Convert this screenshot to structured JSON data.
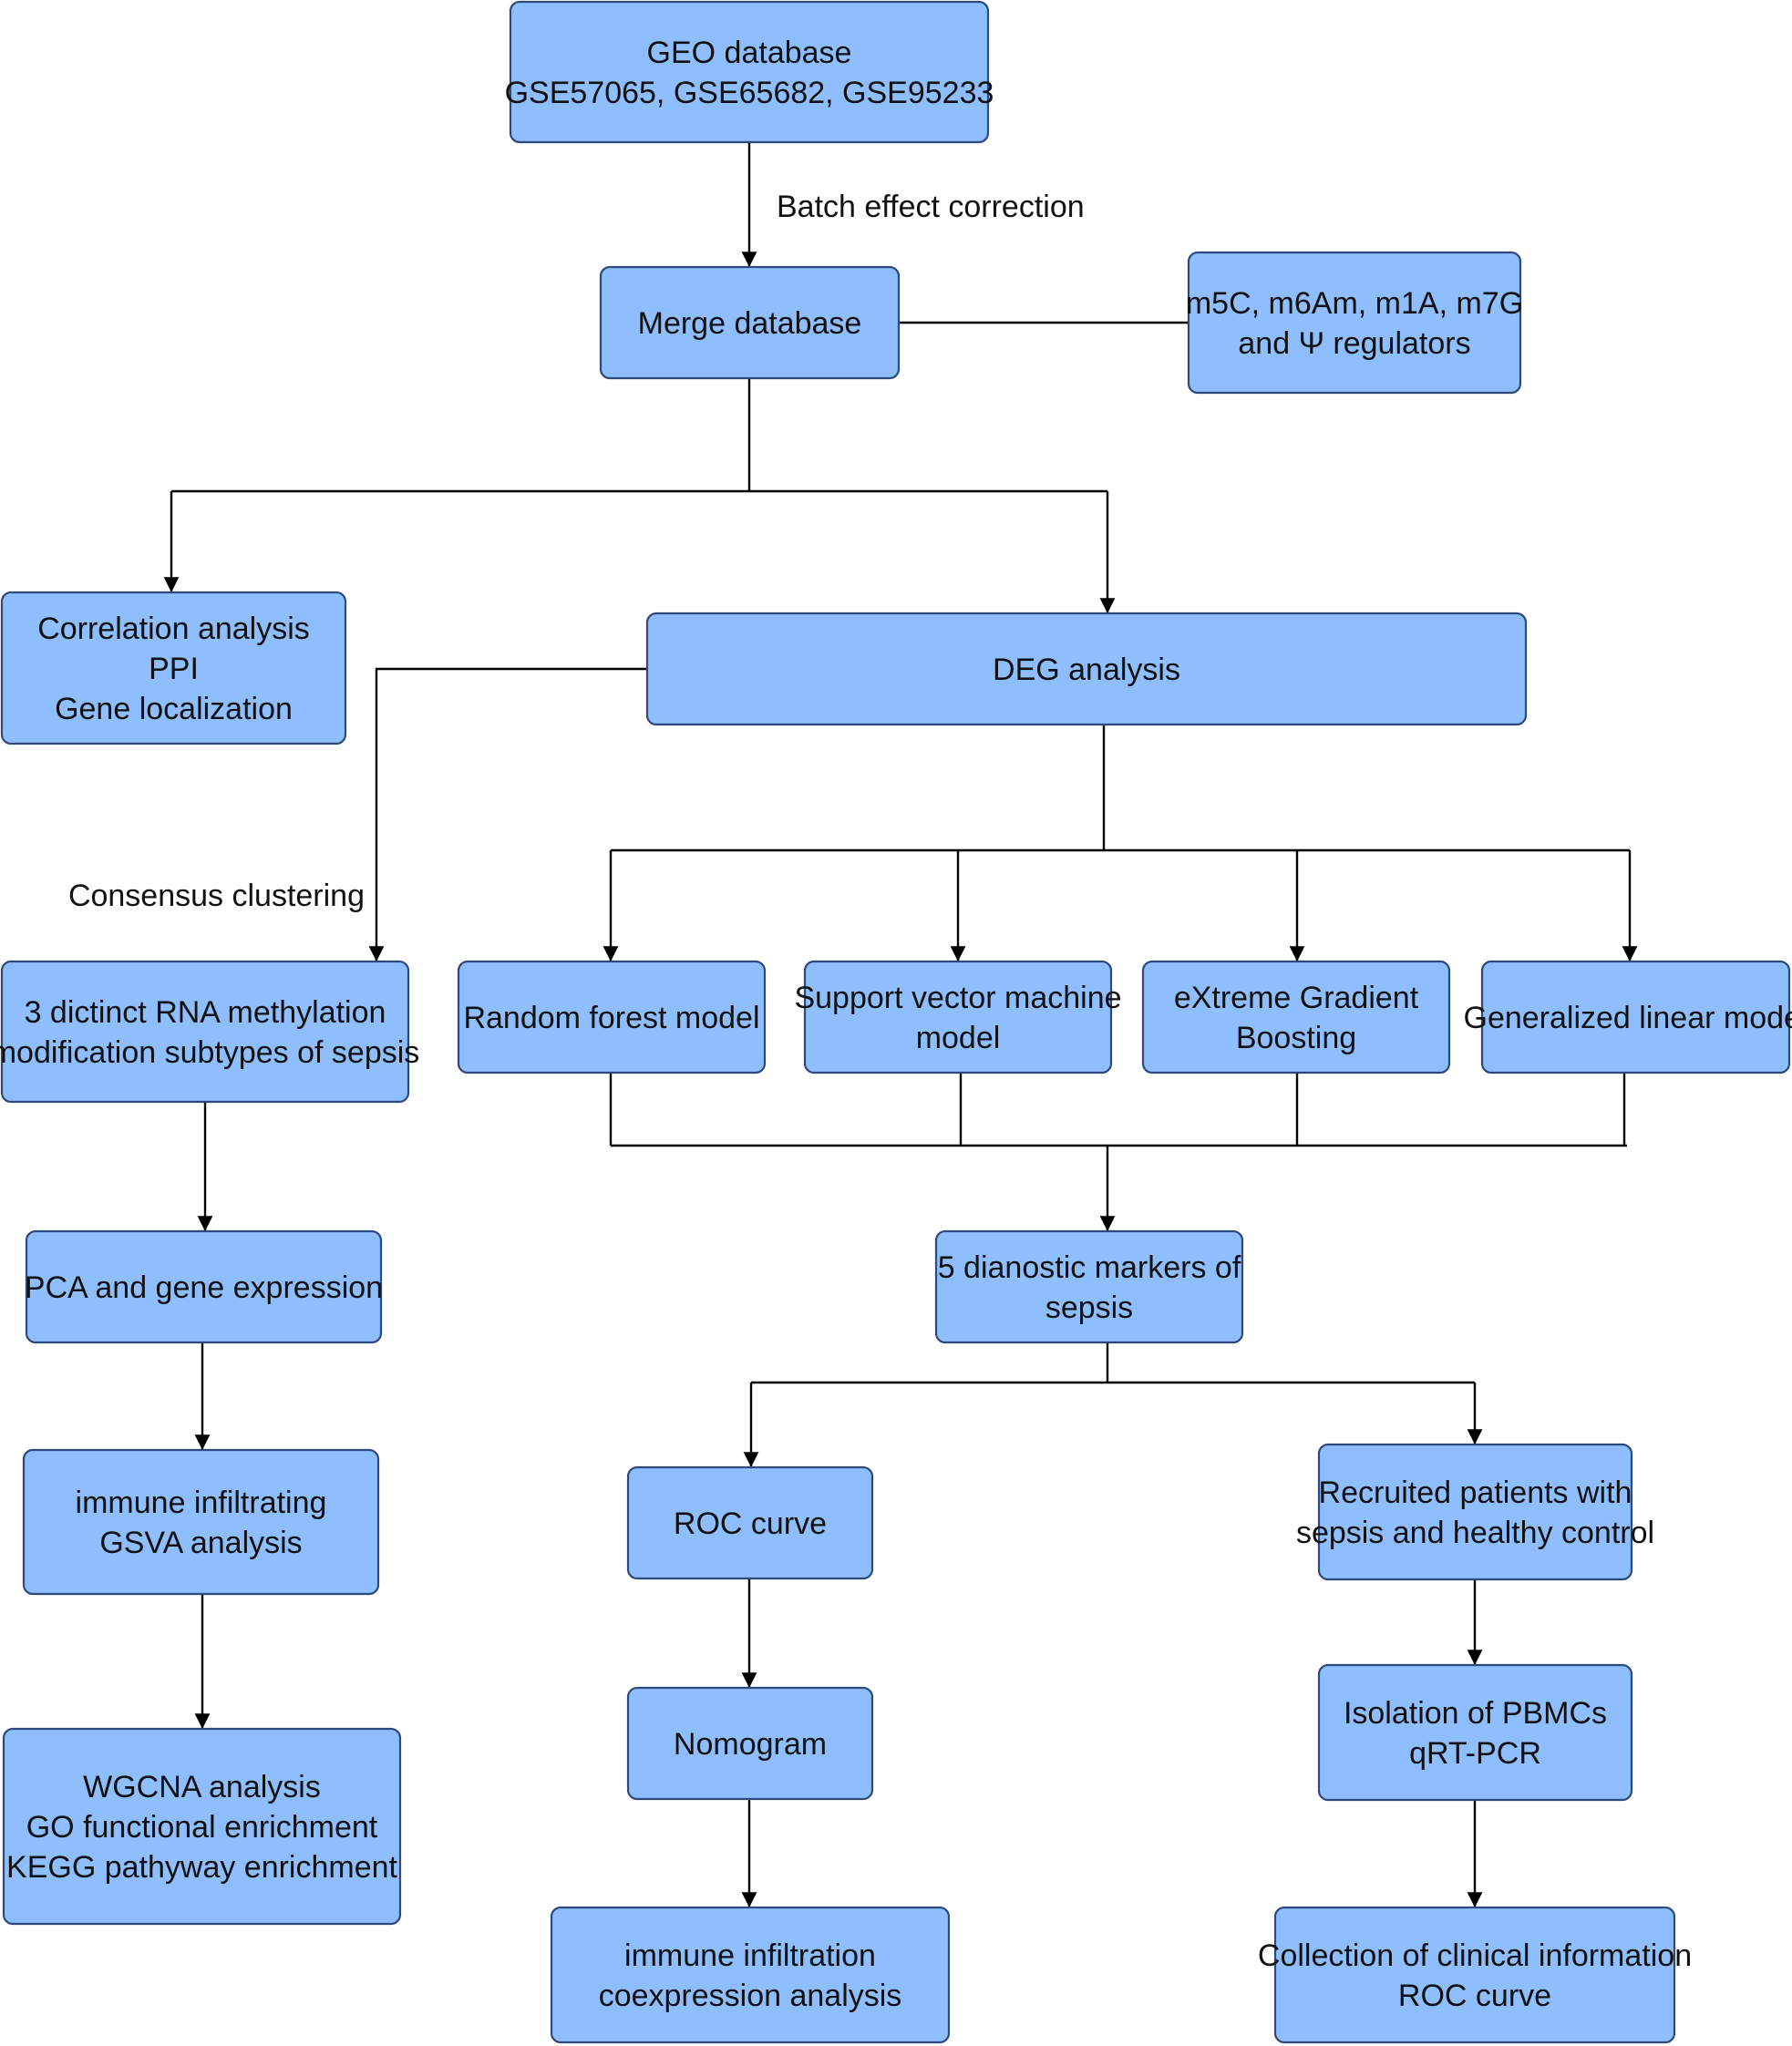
{
  "nodes": {
    "geo": [
      "GEO database",
      "GSE57065, GSE65682, GSE95233"
    ],
    "merge": [
      "Merge database"
    ],
    "regulators": [
      "m5C, m6Am, m1A, m7G",
      "and Ψ regulators"
    ],
    "correlation": [
      "Correlation analysis",
      "PPI",
      "Gene localization"
    ],
    "deg": [
      "DEG analysis"
    ],
    "subtypes": [
      "3 dictinct RNA methylation",
      "modification subtypes of sepsis"
    ],
    "random_forest": [
      "Random forest model"
    ],
    "svm": [
      "Support vector machine",
      "model"
    ],
    "xgb": [
      "eXtreme Gradient",
      "Boosting"
    ],
    "glm": [
      "Generalized linear model"
    ],
    "pca": [
      "PCA and gene expression"
    ],
    "markers": [
      "5 dianostic markers of",
      "sepsis"
    ],
    "immune_gsva": [
      "immune infiltrating",
      "GSVA analysis"
    ],
    "roc": [
      "ROC curve"
    ],
    "recruited": [
      "Recruited patients with",
      "sepsis and healthy control"
    ],
    "wgcna": [
      "WGCNA analysis",
      "GO functional enrichment",
      "KEGG pathyway enrichment"
    ],
    "nomogram": [
      "Nomogram"
    ],
    "isolation": [
      "Isolation of PBMCs",
      "qRT-PCR"
    ],
    "immune_coexp": [
      "immune infiltration",
      "coexpression analysis"
    ],
    "clinical": [
      "Collection of clinical information",
      "ROC curve"
    ]
  },
  "edge_labels": {
    "batch": "Batch effect correction",
    "consensus": "Consensus clustering"
  },
  "colors": {
    "box_fill": "#8ebefd",
    "box_border": "#2e4a7a",
    "line": "#000000"
  }
}
